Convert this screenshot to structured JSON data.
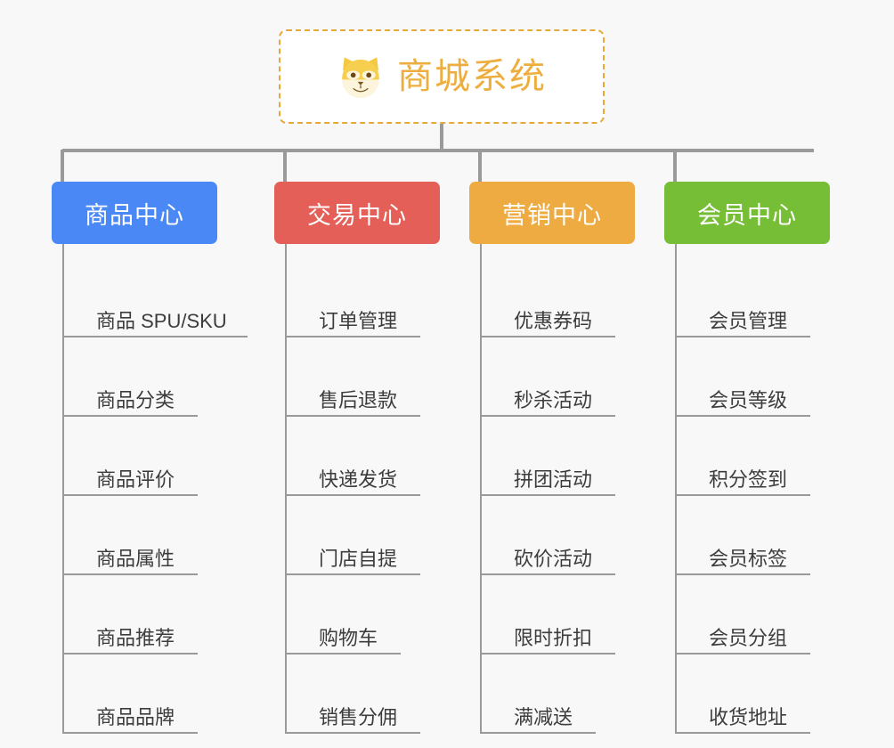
{
  "page": {
    "background_color": "#f8f8f8",
    "type": "mind-map"
  },
  "root": {
    "title": "商城系统",
    "icon": "shiba-dog-face-emoji",
    "text_color": "#edae3f",
    "border_color": "#e8a838",
    "background_color": "#ffffff"
  },
  "connector": {
    "color": "#9a9a9a"
  },
  "branches": [
    {
      "label": "商品中心",
      "color": "#4988f5",
      "children": [
        {
          "label": "商品 SPU/SKU",
          "rule_width": 206
        },
        {
          "label": "商品分类",
          "rule_width": 150
        },
        {
          "label": "商品评价",
          "rule_width": 150
        },
        {
          "label": "商品属性",
          "rule_width": 150
        },
        {
          "label": "商品推荐",
          "rule_width": 150
        },
        {
          "label": "商品品牌",
          "rule_width": 150
        }
      ]
    },
    {
      "label": "交易中心",
      "color": "#e35f57",
      "children": [
        {
          "label": "订单管理",
          "rule_width": 150
        },
        {
          "label": "售后退款",
          "rule_width": 150
        },
        {
          "label": "快递发货",
          "rule_width": 150
        },
        {
          "label": "门店自提",
          "rule_width": 150
        },
        {
          "label": "购物车",
          "rule_width": 128
        },
        {
          "label": "销售分佣",
          "rule_width": 150
        }
      ]
    },
    {
      "label": "营销中心",
      "color": "#eeab42",
      "children": [
        {
          "label": "优惠券码",
          "rule_width": 150
        },
        {
          "label": "秒杀活动",
          "rule_width": 150
        },
        {
          "label": "拼团活动",
          "rule_width": 150
        },
        {
          "label": "砍价活动",
          "rule_width": 150
        },
        {
          "label": "限时折扣",
          "rule_width": 150
        },
        {
          "label": "满减送",
          "rule_width": 128
        }
      ]
    },
    {
      "label": "会员中心",
      "color": "#77be37",
      "children": [
        {
          "label": "会员管理",
          "rule_width": 150
        },
        {
          "label": "会员等级",
          "rule_width": 150
        },
        {
          "label": "积分签到",
          "rule_width": 150
        },
        {
          "label": "会员标签",
          "rule_width": 150
        },
        {
          "label": "会员分组",
          "rule_width": 150
        },
        {
          "label": "收货地址",
          "rule_width": 150
        }
      ]
    }
  ]
}
